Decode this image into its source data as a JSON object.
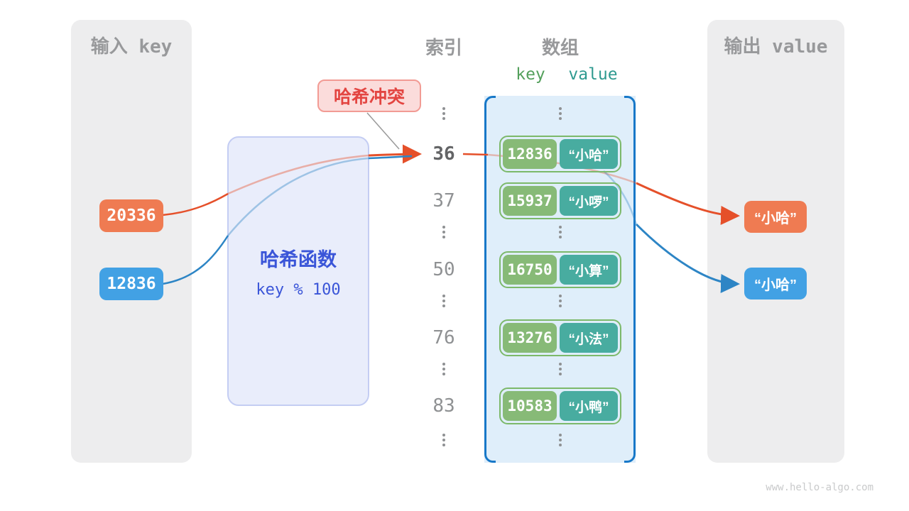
{
  "panels": {
    "input_title": "输入 key",
    "output_title": "输出 value"
  },
  "input_keys": [
    {
      "value": "20336",
      "color": "#EF7B52"
    },
    {
      "value": "12836",
      "color": "#42A1E4"
    }
  ],
  "hash_function": {
    "title": "哈希函数",
    "formula": "key % 100"
  },
  "collision_label": "哈希冲突",
  "headers": {
    "index": "索引",
    "array": "数组",
    "key": "key",
    "value": "value"
  },
  "index_column": {
    "values": [
      "36",
      "37",
      "50",
      "76",
      "83"
    ],
    "highlighted": "36"
  },
  "array_pairs": [
    {
      "key": "12836",
      "value": "“小哈”"
    },
    {
      "key": "15937",
      "value": "“小啰”"
    },
    {
      "key": "16750",
      "value": "“小算”"
    },
    {
      "key": "13276",
      "value": "“小法”"
    },
    {
      "key": "10583",
      "value": "“小鸭”"
    }
  ],
  "outputs": [
    {
      "value": "“小哈”",
      "color": "#EF7B52"
    },
    {
      "value": "“小哈”",
      "color": "#42A1E4"
    }
  ],
  "colors": {
    "flow_orange": "#E5502A",
    "flow_blue": "#2D85C5",
    "array_border": "#1778C8",
    "pair_border": "#7CB96A",
    "hash_text": "#3A55D8",
    "collision_text": "#E34541"
  },
  "watermark": "www.hello-algo.com"
}
